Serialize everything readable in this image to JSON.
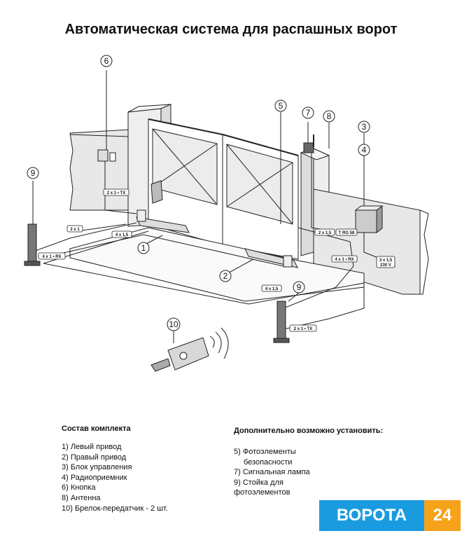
{
  "title": "Автоматическая система для распашных ворот",
  "callouts": [
    "1",
    "2",
    "3",
    "4",
    "5",
    "6",
    "7",
    "8",
    "9",
    "9",
    "10"
  ],
  "cable_tags": {
    "tx_upper": "2 x 1 • TX",
    "two_x_one": "2 x 1",
    "four_x_15_left": "4 x 1,5",
    "rx_left": "4 x 1 • RX",
    "two_x_15": "2 x 1,5",
    "trg": "T RG 58",
    "rx_right": "4 x 1 • RX",
    "power_a": "3 x 1,5",
    "power_b": "230 V",
    "four_x_15_front": "4 x 1,5",
    "tx_lower": "2 x 1 • TX"
  },
  "kit": {
    "heading": "Состав комплекта",
    "items": [
      "1) Левый привод",
      "2) Правый привод",
      "3) Блок управления",
      "4) Радиоприемник",
      "6) Кнопка",
      "8) Антенна",
      "10) Брелок-передатчик - 2 шт."
    ]
  },
  "extra": {
    "heading": "Дополнительно возможно установить:",
    "items": [
      "5) Фотоэлементы",
      "безопасности",
      "7) Сигнальная лампа",
      "9) Стойка для",
      "фотоэлементов"
    ]
  },
  "brand": {
    "part_a": "ВОРОТА",
    "part_b": "24"
  },
  "colors": {
    "brand_blue": "#1a9be0",
    "brand_orange": "#f6a21a",
    "line": "#222222"
  }
}
